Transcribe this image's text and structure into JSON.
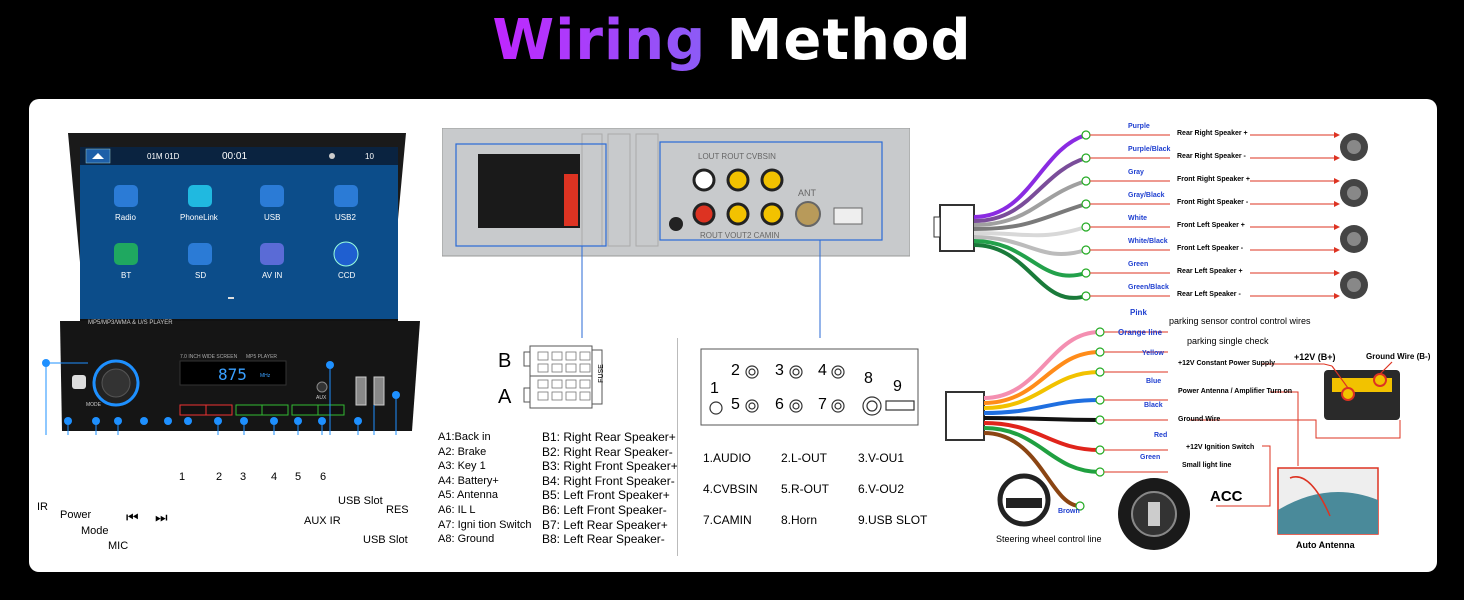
{
  "title": {
    "part1": "Wiring",
    "part2": "Method"
  },
  "radio": {
    "status_channel": "01M 01D",
    "status_time": "00:01",
    "status_volume": "10",
    "apps": [
      "Radio",
      "PhoneLink",
      "USB",
      "USB2",
      "BT",
      "SD",
      "AV IN",
      "CCD"
    ],
    "bezel_text": "MP5/MP3/WMA & U/S PLAYER",
    "lcd_freq": "875",
    "lcd_unit": "MHz",
    "screen_caption_left": "7.0 INCH WIDE SCREEN",
    "screen_caption_right": "MP5 PLAYER",
    "btn_mode": "MODE",
    "btn_aux": "AUX",
    "preset_labels": [
      "1",
      "2",
      "3",
      "4",
      "5",
      "6"
    ],
    "callouts": {
      "ir": "IR",
      "power": "Power",
      "mode": "Mode",
      "mic": "MIC",
      "aux_ir": "AUX IR",
      "usb_slot_1": "USB Slot",
      "usb_slot_2": "USB Slot",
      "res": "RES",
      "n1": "1",
      "n2": "2",
      "n3": "3",
      "n4": "4",
      "n5": "5",
      "n6": "6"
    }
  },
  "iso": {
    "row_b": "B",
    "row_a": "A",
    "fuse": "FUSE",
    "a_pins": [
      "A1:Back   in",
      "A2: Brake",
      "A3: Key 1",
      "A4: Battery+",
      "A5: Antenna",
      "A6: IL L",
      "A7:  Igni tion Switch",
      "A8: Ground"
    ],
    "b_pins": [
      "B1: Right Rear Speaker+",
      "B2: Right Rear Speaker-",
      "B3: Right Front Speaker+",
      "B4: Right Front Speaker-",
      "B5: Left Front Speaker+",
      "B6: Left Front Speaker-",
      "B7: Left Rear Speaker+",
      "B8: Left Rear Speaker-"
    ]
  },
  "rear_panel": {
    "top_text": "LOUT ROUT CVBSIN",
    "bottom_text": "ROUT VOUT2 CAMIN",
    "ant": "ANT"
  },
  "rca_connectors": {
    "numbers": [
      "1",
      "2",
      "3",
      "4",
      "5",
      "6",
      "7",
      "8",
      "9"
    ],
    "legend": [
      "1.AUDIO",
      "2.L-OUT",
      "3.V-OU1",
      "4.CVBSIN",
      "5.R-OUT",
      "6.V-OU2",
      "7.CAMIN",
      "8.Horn",
      "9.USB SLOT"
    ]
  },
  "speaker_wires": [
    {
      "color_name": "Purple",
      "function": "Rear Right Speaker +",
      "color": "#8a2be2"
    },
    {
      "color_name": "Purple/Black",
      "function": "Rear Right Speaker -",
      "color": "#7a4d9a"
    },
    {
      "color_name": "Gray",
      "function": "Front Right Speaker +",
      "color": "#a0a0a0"
    },
    {
      "color_name": "Gray/Black",
      "function": "Front Right Speaker -",
      "color": "#7a7a7a"
    },
    {
      "color_name": "White",
      "function": "Front Left Speaker +",
      "color": "#d8d8d8"
    },
    {
      "color_name": "White/Black",
      "function": "Front Left Speaker -",
      "color": "#bcbcbc"
    },
    {
      "color_name": "Green",
      "function": "Rear Left Speaker +",
      "color": "#23a14b"
    },
    {
      "color_name": "Green/Black",
      "function": "Rear Left Speaker -",
      "color": "#1a7a3a"
    }
  ],
  "power_wires": [
    {
      "color_name": "Pink",
      "function": "parking sensor control control wires",
      "color": "#f48fb1"
    },
    {
      "color_name": "Orange line",
      "function": "parking single check",
      "color": "#ff8c1a"
    },
    {
      "color_name": "Yellow",
      "function": "+12V Constant Power Supply",
      "color": "#f2c200"
    },
    {
      "color_name": "Blue",
      "function": "Power Antenna / Amplifier Turn on",
      "color": "#1f6fe0"
    },
    {
      "color_name": "Black",
      "function": "Ground Wire",
      "color": "#111111"
    },
    {
      "color_name": "Red",
      "function": "+12V Ignition Switch",
      "color": "#e0241b"
    },
    {
      "color_name": "Green",
      "function": "Small light line",
      "color": "#20a040"
    },
    {
      "color_name": "Brown",
      "function": "Steering wheel control line",
      "color": "#8b4513"
    }
  ],
  "battery": {
    "plus_label": "+12V  (B+)",
    "ground_label": "Ground Wire (B-)"
  },
  "acc_label": "ACC",
  "auto_antenna_label": "Auto Antenna",
  "steering_label": "Steering wheel control line"
}
